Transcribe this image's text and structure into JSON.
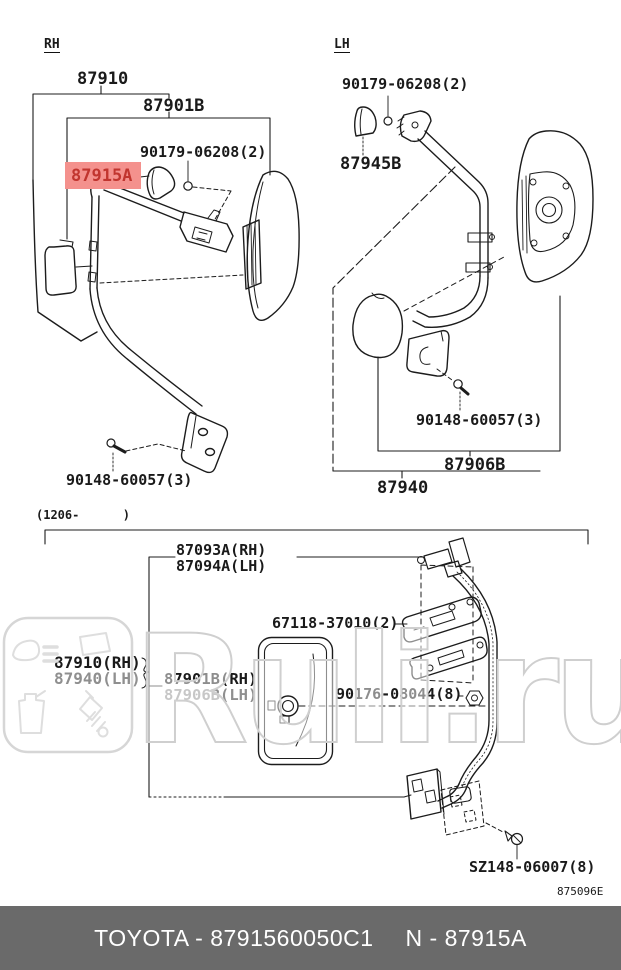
{
  "diagram": {
    "rh": {
      "side_label": "RH",
      "assembly": "87910",
      "sub_assembly": "87901B",
      "screw": "90179-06208(2)",
      "highlighted_part": "87915A",
      "base_screw": "90148-60057(3)"
    },
    "lh": {
      "side_label": "LH",
      "screw": "90179-06208(2)",
      "cover": "87945B",
      "base_screw": "90148-60057(3)",
      "sub_assembly": "87906B",
      "assembly": "87940"
    },
    "late": {
      "range": "(1206-      )",
      "mirror_outer_rh": "87093A(RH)",
      "mirror_outer_lh": "87094A(LH)",
      "glass": "67118-37010(2)",
      "assembly_rh": "87910(RH)",
      "assembly_lh": "87940(LH)",
      "sub_rh": "87901B(RH)",
      "sub_lh": "87906B(LH)",
      "screw": "90176-08044(8)",
      "tapping_screw": "SZ148-06007(8)",
      "figure_code": "875096E"
    }
  },
  "highlight": {
    "bg": "#f4918d",
    "fg": "#c1352f"
  },
  "watermark": {
    "text": "Ruli.ru",
    "color": "#d6d6d6"
  },
  "footer": {
    "brand_part": "TOYOTA - 8791560050C1",
    "number": "N - 87915A",
    "bg": "#6a6a6a",
    "fg": "#ffffff"
  }
}
